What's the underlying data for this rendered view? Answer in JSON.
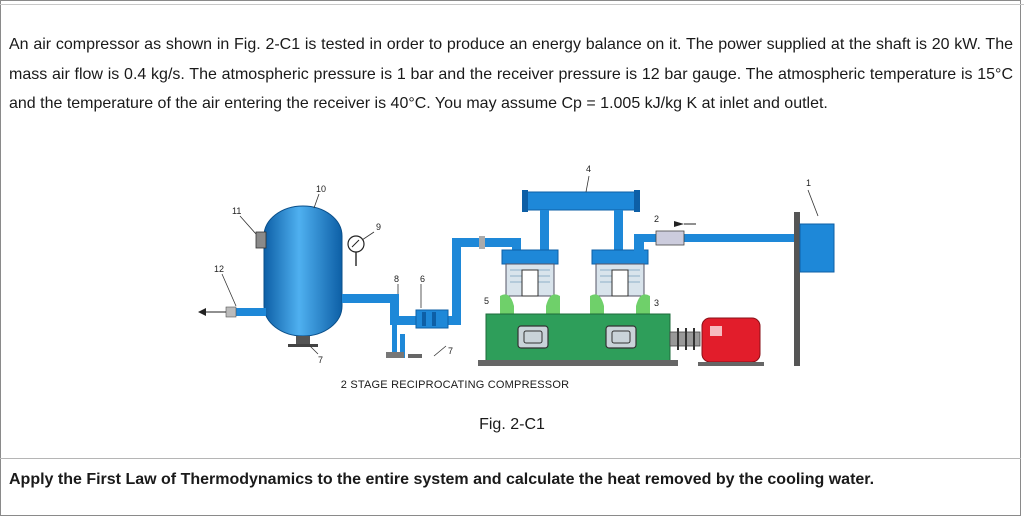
{
  "problem": {
    "text": "An air compressor as shown in Fig. 2-C1 is tested in order to produce an energy balance on it. The power supplied at the shaft is 20 kW. The mass air flow is 0.4 kg/s. The atmospheric pressure is 1 bar and the receiver pressure is 12 bar gauge. The atmospheric temperature is 15°C and the temperature of the air entering the receiver is 40°C. You may assume Cp = 1.005 kJ/kg K at inlet and outlet."
  },
  "figure": {
    "caption": "2 STAGE RECIPROCATING COMPRESSOR",
    "label": "Fig. 2-C1",
    "numbers": {
      "n1": "1",
      "n2": "2",
      "n3": "3",
      "n4": "4",
      "n5": "5",
      "n6": "6",
      "n7a": "7",
      "n7b": "7",
      "n8": "8",
      "n9": "9",
      "n10": "10",
      "n11": "11",
      "n12": "12"
    },
    "colors": {
      "pipe": "#1e88d8",
      "pipe_dark": "#0d5fa6",
      "base": "#2e9e5a",
      "motor": "#e21d2b",
      "cooling": "#6fd06a"
    }
  },
  "question": {
    "text": "Apply the First Law of Thermodynamics to the entire system and calculate the heat removed by the cooling water."
  }
}
